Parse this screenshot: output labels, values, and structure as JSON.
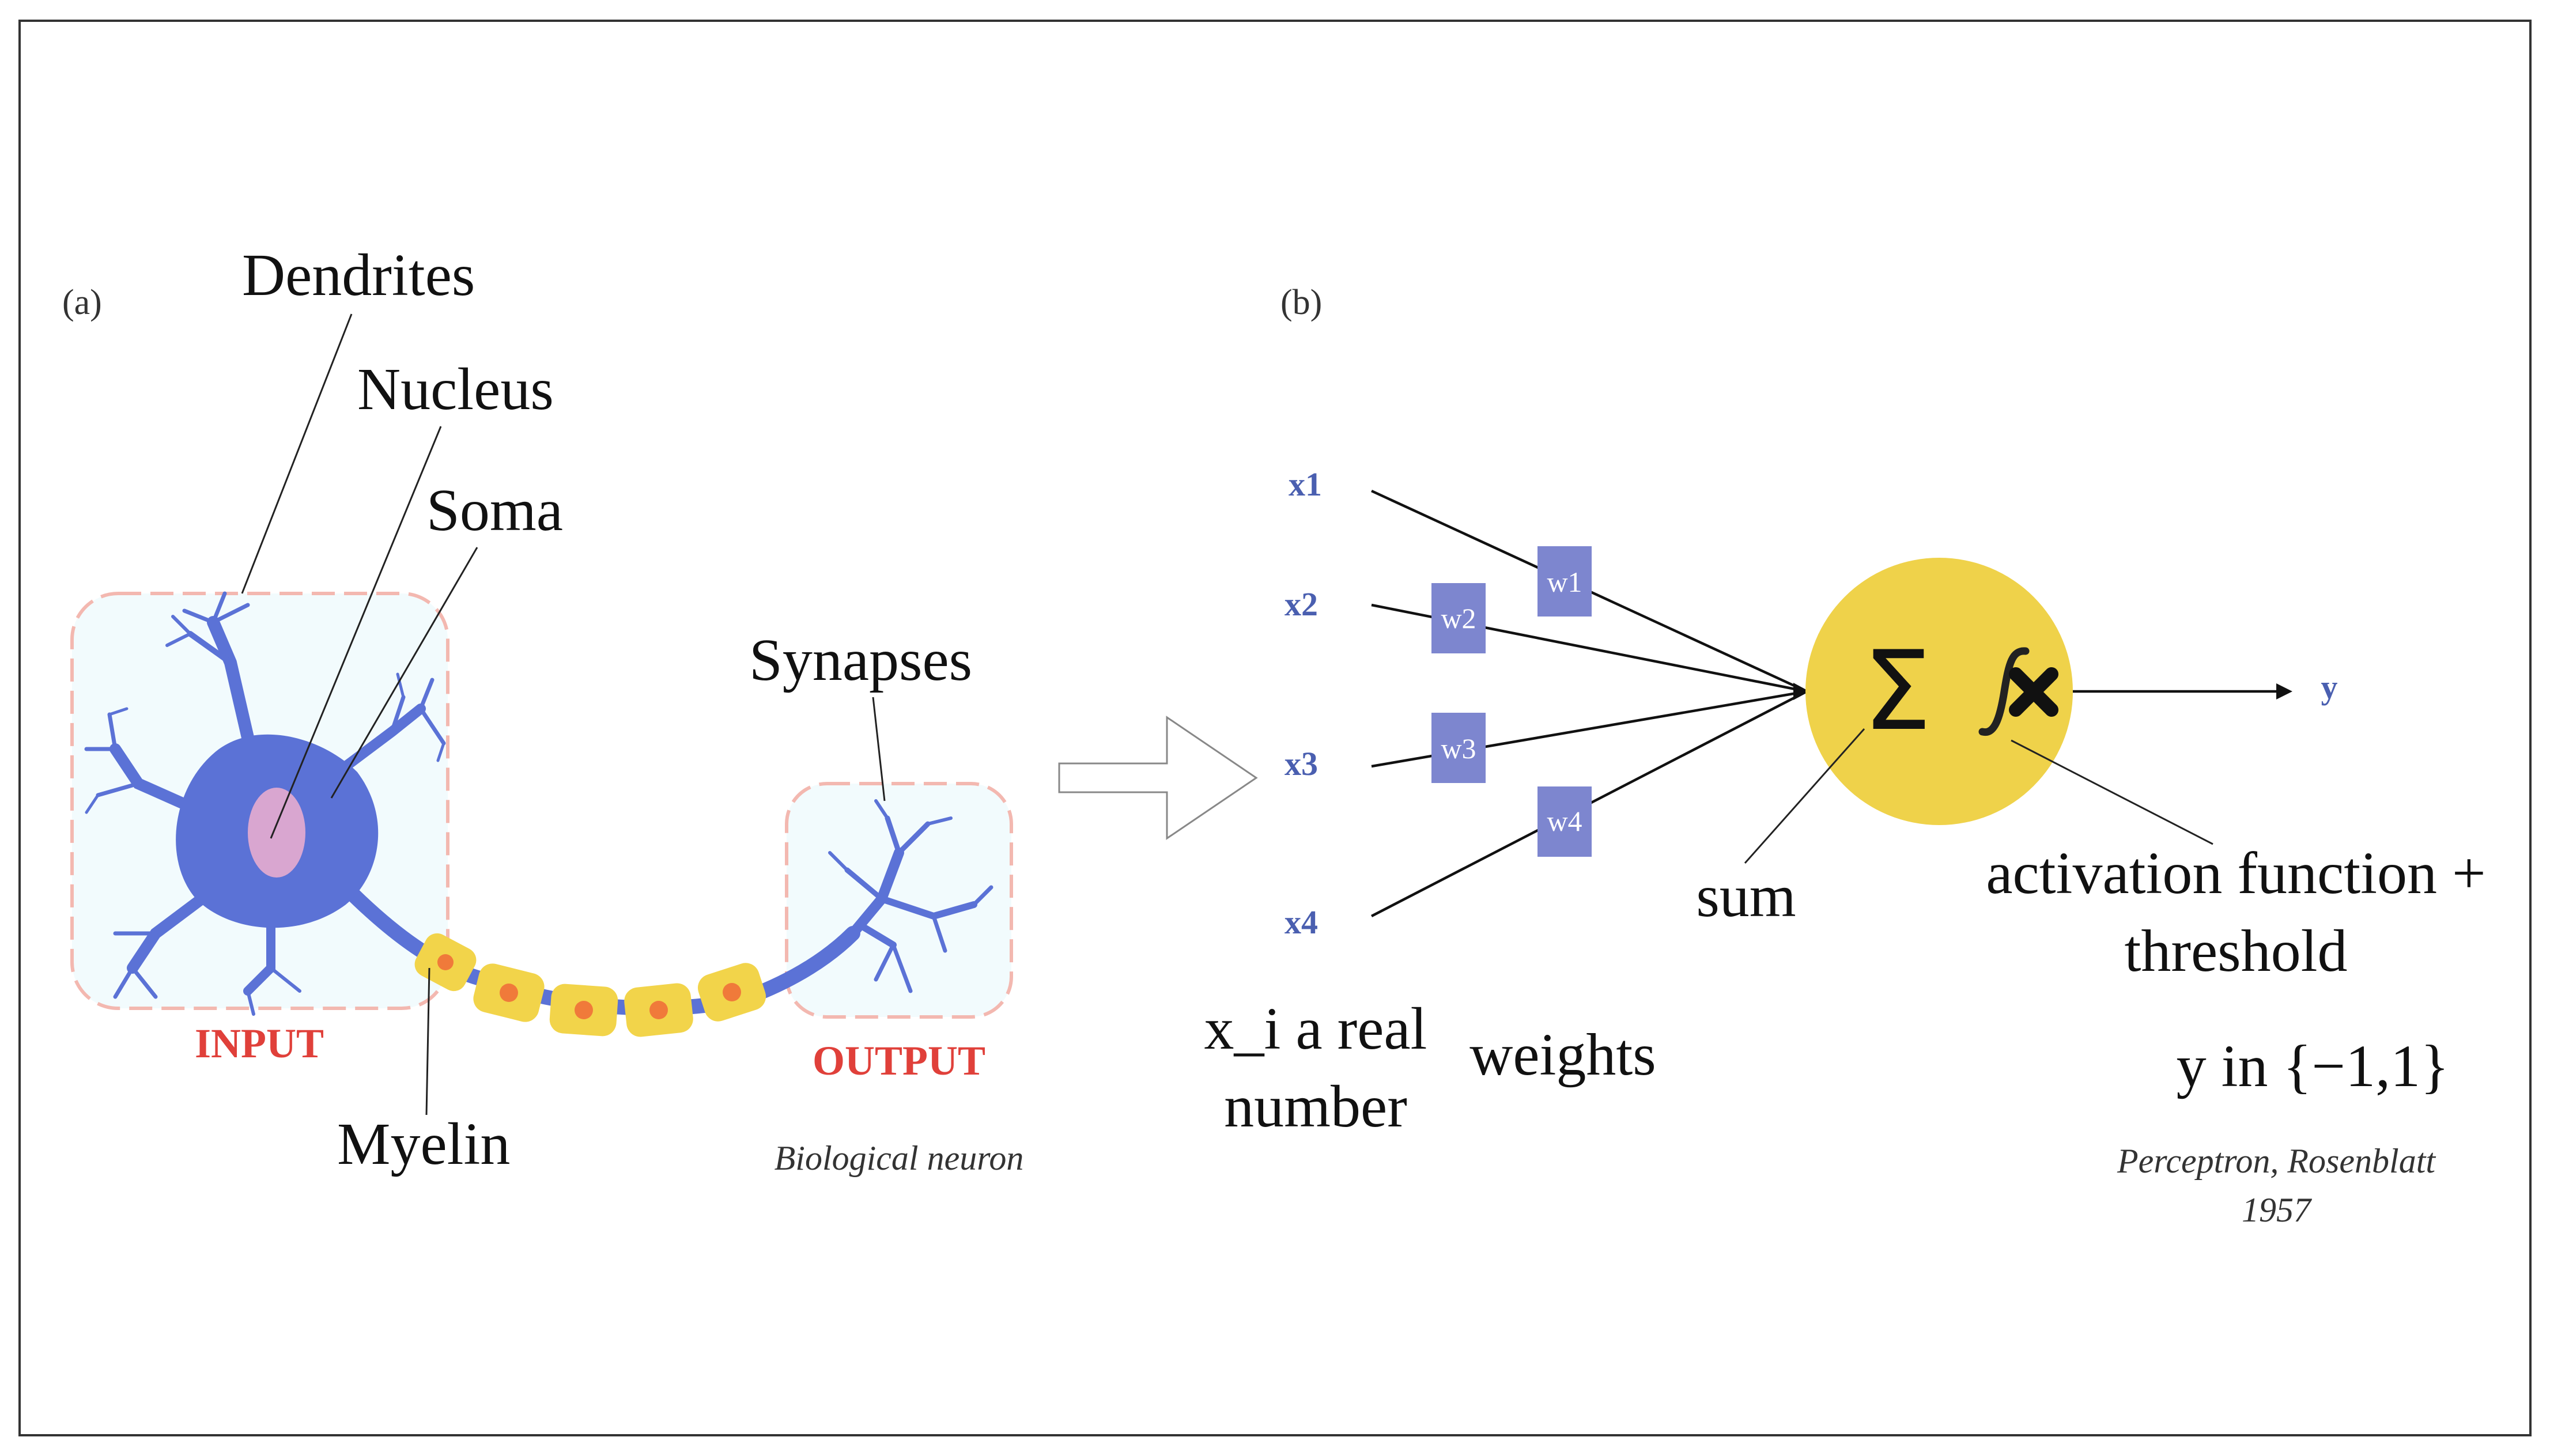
{
  "panels": {
    "a": "(a)",
    "b": "(b)"
  },
  "neuron": {
    "dendrites": "Dendrites",
    "nucleus": "Nucleus",
    "soma": "Soma",
    "synapses": "Synapses",
    "myelin": "Myelin",
    "input": "INPUT",
    "output": "OUTPUT",
    "caption": "Biological neuron"
  },
  "perceptron": {
    "inputs": [
      "x1",
      "x2",
      "x3",
      "x4"
    ],
    "weights": [
      "w1",
      "w2",
      "w3",
      "w4"
    ],
    "sum_symbol": "Σ",
    "output_label": "y",
    "inputs_desc": [
      "x_i a real",
      "number"
    ],
    "weights_desc": "weights",
    "sum_desc": "sum",
    "activation_desc": [
      "activation function +",
      "threshold"
    ],
    "y_range": "y in {−1,1}",
    "caption": [
      "Perceptron, Rosenblatt",
      "1957"
    ]
  },
  "colors": {
    "neuron_body": "#5b72d6",
    "nucleus": "#d9a6d0",
    "myelin": "#f2d44a",
    "myelin_dot": "#f07a3a",
    "node": "#efd24a",
    "weight_box": "#7d86cf",
    "input_text": "#4a5fb0",
    "io_text": "#e0403a",
    "region_border": "#f3b8b0",
    "region_fill": "#f2fbfd"
  }
}
